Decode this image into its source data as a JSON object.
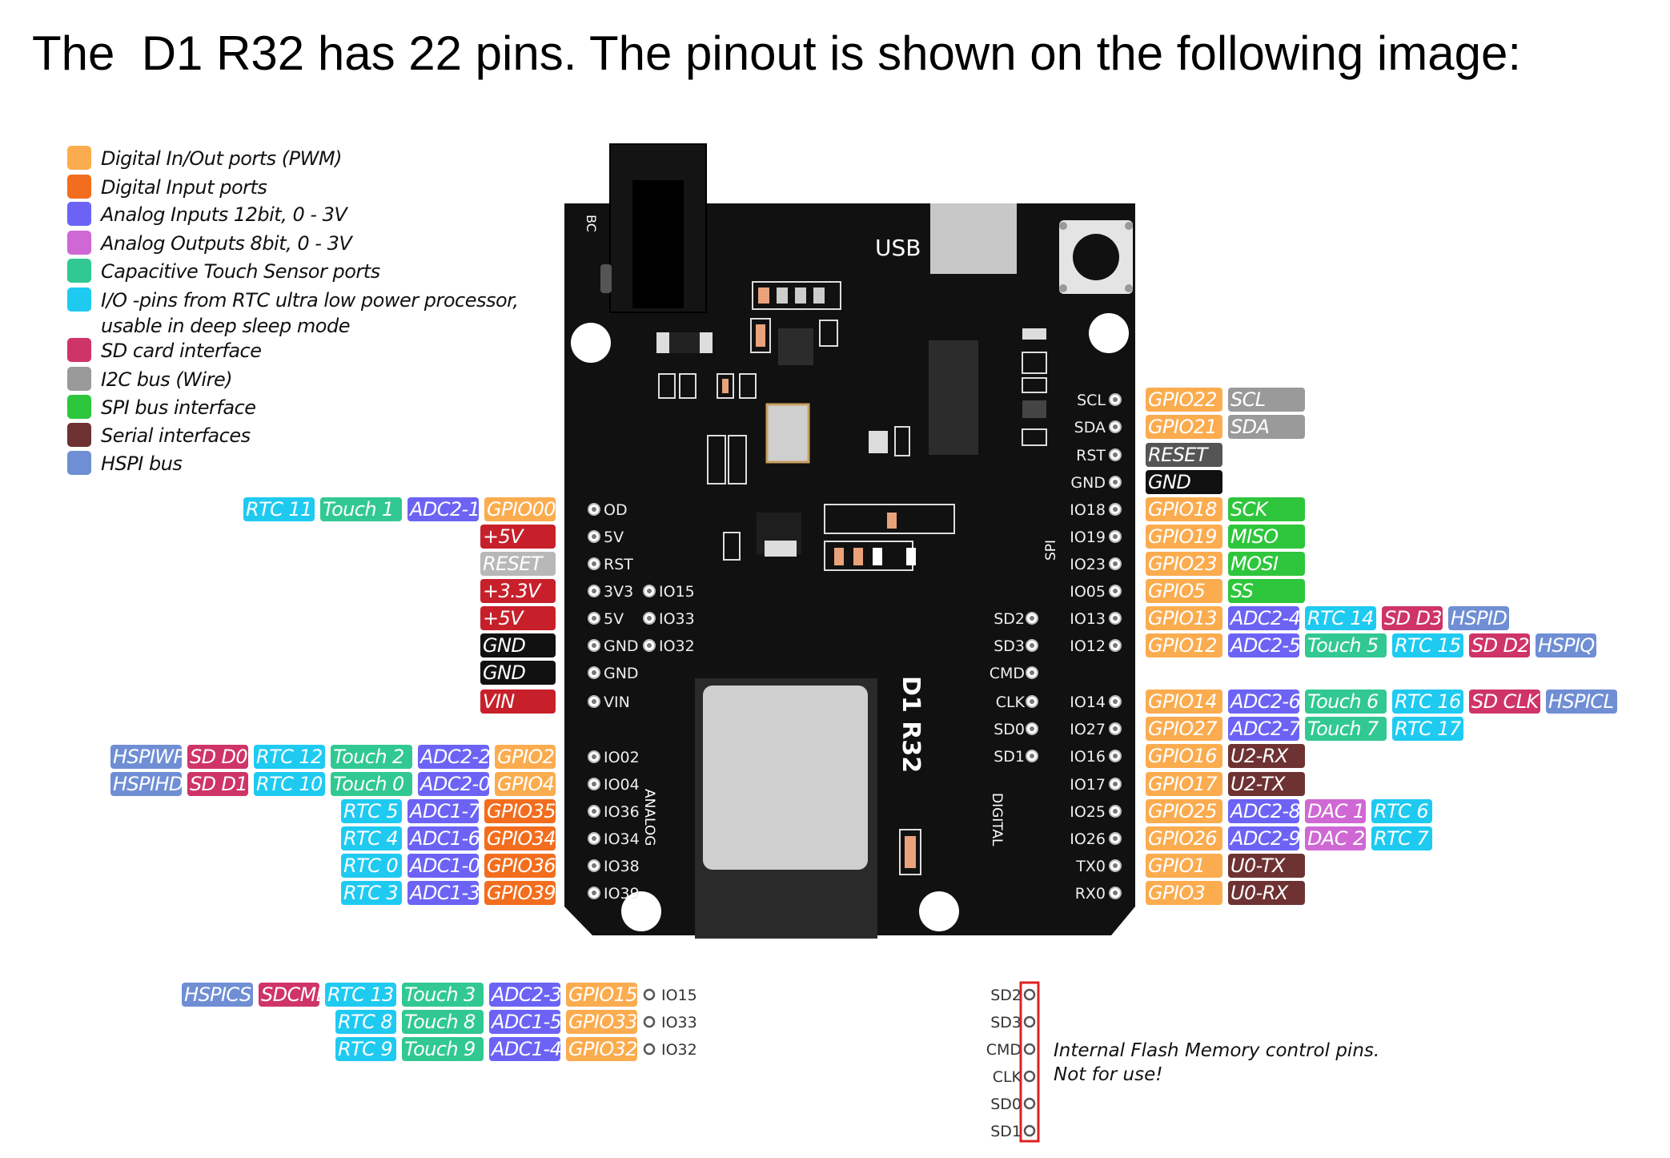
{
  "heading": "The  D1 R32 has 22 pins. The pinout is shown on the following image:",
  "colors": {
    "digital_io": "#fbac4f",
    "digital_in": "#f26d1d",
    "analog_in": "#6c63f5",
    "analog_out": "#cf68d4",
    "touch": "#31c991",
    "rtc": "#1fcaf1",
    "sd": "#cf3468",
    "i2c": "#9a9a9a",
    "spi": "#2ec63c",
    "serial": "#6e3232",
    "hspi": "#6f8ed4",
    "power": "#c7202b",
    "ground": "#111111",
    "reset_gray": "#b8b8b8",
    "board": "#111111"
  },
  "legend": [
    {
      "color": "#fbac4f",
      "text": "Digital In/Out ports (PWM)"
    },
    {
      "color": "#f26d1d",
      "text": "Digital Input ports"
    },
    {
      "color": "#6c63f5",
      "text": "Analog Inputs 12bit, 0 - 3V"
    },
    {
      "color": "#cf68d4",
      "text": "Analog Outputs 8bit, 0 - 3V"
    },
    {
      "color": "#31c991",
      "text": "Capacitive Touch Sensor ports"
    },
    {
      "color": "#1fcaf1",
      "text": "I/O -pins from RTC ultra low power processor,\nusable in deep sleep mode"
    },
    {
      "color": "#cf3468",
      "text": "SD card interface"
    },
    {
      "color": "#9a9a9a",
      "text": "I2C bus (Wire)"
    },
    {
      "color": "#2ec63c",
      "text": "SPI bus interface"
    },
    {
      "color": "#6e3232",
      "text": "Serial interfaces"
    },
    {
      "color": "#6f8ed4",
      "text": "HSPI bus"
    }
  ],
  "board": {
    "usb_label": "USB",
    "bc_label": "BC",
    "name": "D1 R32",
    "spi_label": "SPI",
    "digital_label": "DIGITAL",
    "analog_label": "ANALOG"
  },
  "left_pins": [
    {
      "pin": "OD",
      "tags": [
        [
          "RTC 11",
          "rtc"
        ],
        [
          "Touch 1",
          "touch"
        ],
        [
          "ADC2-1",
          "analog_in"
        ],
        [
          "GPIO00",
          "digital_io"
        ]
      ]
    },
    {
      "pin": "5V",
      "tags": [
        [
          "+5V",
          "power"
        ]
      ]
    },
    {
      "pin": "RST",
      "tags": [
        [
          "RESET",
          "reset_gray"
        ]
      ]
    },
    {
      "pin": "3V3",
      "tags": [
        [
          "+3.3V",
          "power"
        ]
      ]
    },
    {
      "pin": "5V",
      "tags": [
        [
          "+5V",
          "power"
        ]
      ]
    },
    {
      "pin": "GND",
      "tags": [
        [
          "GND",
          "ground"
        ]
      ]
    },
    {
      "pin": "GND",
      "tags": [
        [
          "GND",
          "ground"
        ]
      ]
    },
    {
      "pin": "VIN",
      "tags": [
        [
          "VIN",
          "power"
        ]
      ]
    },
    {
      "pin": "IO02",
      "tags": [
        [
          "HSPIWP",
          "hspi"
        ],
        [
          "SD D0",
          "sd"
        ],
        [
          "RTC 12",
          "rtc"
        ],
        [
          "Touch 2",
          "touch"
        ],
        [
          "ADC2-2",
          "analog_in"
        ],
        [
          "GPIO2",
          "digital_io"
        ]
      ]
    },
    {
      "pin": "IO04",
      "tags": [
        [
          "HSPIHD",
          "hspi"
        ],
        [
          "SD D1",
          "sd"
        ],
        [
          "RTC 10",
          "rtc"
        ],
        [
          "Touch 0",
          "touch"
        ],
        [
          "ADC2-0",
          "analog_in"
        ],
        [
          "GPIO4",
          "digital_io"
        ]
      ]
    },
    {
      "pin": "IO36",
      "tags": [
        [
          "RTC 5",
          "rtc"
        ],
        [
          "ADC1-7",
          "analog_in"
        ],
        [
          "GPIO35",
          "digital_in"
        ]
      ]
    },
    {
      "pin": "IO34",
      "tags": [
        [
          "RTC 4",
          "rtc"
        ],
        [
          "ADC1-6",
          "analog_in"
        ],
        [
          "GPIO34",
          "digital_in"
        ]
      ]
    },
    {
      "pin": "IO38",
      "tags": [
        [
          "RTC 0",
          "rtc"
        ],
        [
          "ADC1-0",
          "analog_in"
        ],
        [
          "GPIO36",
          "digital_in"
        ]
      ]
    },
    {
      "pin": "IO39",
      "tags": [
        [
          "RTC 3",
          "rtc"
        ],
        [
          "ADC1-3",
          "analog_in"
        ],
        [
          "GPIO39",
          "digital_in"
        ]
      ]
    }
  ],
  "inner_left_pins": [
    "IO15",
    "IO33",
    "IO32"
  ],
  "inner_right_pins": [
    "SD2",
    "SD3",
    "CMD",
    "CLK",
    "SD0",
    "SD1"
  ],
  "right_pins": [
    {
      "pin": "SCL",
      "tags": [
        [
          "GPIO22",
          "digital_io"
        ],
        [
          "SCL",
          "i2c"
        ]
      ]
    },
    {
      "pin": "SDA",
      "tags": [
        [
          "GPIO21",
          "digital_io"
        ],
        [
          "SDA",
          "i2c"
        ]
      ]
    },
    {
      "pin": "RST",
      "tags": [
        [
          "RESET",
          "i2c_dark"
        ]
      ]
    },
    {
      "pin": "GND",
      "tags": [
        [
          "GND",
          "ground"
        ]
      ]
    },
    {
      "pin": "IO18",
      "tags": [
        [
          "GPIO18",
          "digital_io"
        ],
        [
          "SCK",
          "spi"
        ]
      ]
    },
    {
      "pin": "IO19",
      "tags": [
        [
          "GPIO19",
          "digital_io"
        ],
        [
          "MISO",
          "spi"
        ]
      ]
    },
    {
      "pin": "IO23",
      "tags": [
        [
          "GPIO23",
          "digital_io"
        ],
        [
          "MOSI",
          "spi"
        ]
      ]
    },
    {
      "pin": "IO05",
      "tags": [
        [
          "GPIO5",
          "digital_io"
        ],
        [
          "SS",
          "spi"
        ]
      ]
    },
    {
      "pin": "IO13",
      "tags": [
        [
          "GPIO13",
          "digital_io"
        ],
        [
          "ADC2-4",
          "analog_in"
        ],
        [
          "RTC 14",
          "rtc"
        ],
        [
          "SD D3",
          "sd"
        ],
        [
          "HSPID",
          "hspi"
        ]
      ]
    },
    {
      "pin": "IO12",
      "tags": [
        [
          "GPIO12",
          "digital_io"
        ],
        [
          "ADC2-5",
          "analog_in"
        ],
        [
          "Touch 5",
          "touch"
        ],
        [
          "RTC 15",
          "rtc"
        ],
        [
          "SD D2",
          "sd"
        ],
        [
          "HSPIQ",
          "hspi"
        ]
      ]
    },
    {
      "pin": "IO14",
      "tags": [
        [
          "GPIO14",
          "digital_io"
        ],
        [
          "ADC2-6",
          "analog_in"
        ],
        [
          "Touch 6",
          "touch"
        ],
        [
          "RTC 16",
          "rtc"
        ],
        [
          "SD CLK",
          "sd"
        ],
        [
          "HSPICL",
          "hspi"
        ]
      ]
    },
    {
      "pin": "IO27",
      "tags": [
        [
          "GPIO27",
          "digital_io"
        ],
        [
          "ADC2-7",
          "analog_in"
        ],
        [
          "Touch 7",
          "touch"
        ],
        [
          "RTC 17",
          "rtc"
        ]
      ]
    },
    {
      "pin": "IO16",
      "tags": [
        [
          "GPIO16",
          "digital_io"
        ],
        [
          "U2-RX",
          "serial"
        ]
      ]
    },
    {
      "pin": "IO17",
      "tags": [
        [
          "GPIO17",
          "digital_io"
        ],
        [
          "U2-TX",
          "serial"
        ]
      ]
    },
    {
      "pin": "IO25",
      "tags": [
        [
          "GPIO25",
          "digital_io"
        ],
        [
          "ADC2-8",
          "analog_in"
        ],
        [
          "DAC 1",
          "analog_out"
        ],
        [
          "RTC 6",
          "rtc"
        ]
      ]
    },
    {
      "pin": "IO26",
      "tags": [
        [
          "GPIO26",
          "digital_io"
        ],
        [
          "ADC2-9",
          "analog_in"
        ],
        [
          "DAC 2",
          "analog_out"
        ],
        [
          "RTC 7",
          "rtc"
        ]
      ]
    },
    {
      "pin": "TX0",
      "tags": [
        [
          "GPIO1",
          "digital_io"
        ],
        [
          "U0-TX",
          "serial"
        ]
      ]
    },
    {
      "pin": "RX0",
      "tags": [
        [
          "GPIO3",
          "digital_io"
        ],
        [
          "U0-RX",
          "serial"
        ]
      ]
    }
  ],
  "bottom_left": [
    {
      "pin": "IO15",
      "tags": [
        [
          "HSPICS",
          "hspi"
        ],
        [
          "SDCMD",
          "sd"
        ],
        [
          "RTC 13",
          "rtc"
        ],
        [
          "Touch 3",
          "touch"
        ],
        [
          "ADC2-3",
          "analog_in"
        ],
        [
          "GPIO15",
          "digital_io"
        ]
      ]
    },
    {
      "pin": "IO33",
      "tags": [
        [
          "RTC 8",
          "rtc"
        ],
        [
          "Touch 8",
          "touch"
        ],
        [
          "ADC1-5",
          "analog_in"
        ],
        [
          "GPIO33",
          "digital_io"
        ]
      ]
    },
    {
      "pin": "IO32",
      "tags": [
        [
          "RTC 9",
          "rtc"
        ],
        [
          "Touch 9",
          "touch"
        ],
        [
          "ADC1-4",
          "analog_in"
        ],
        [
          "GPIO32",
          "digital_io"
        ]
      ]
    }
  ],
  "flash_pins": [
    "SD2",
    "SD3",
    "CMD",
    "CLK",
    "SD0",
    "SD1"
  ],
  "flash_note": "Internal Flash Memory control pins.\nNot for use!"
}
